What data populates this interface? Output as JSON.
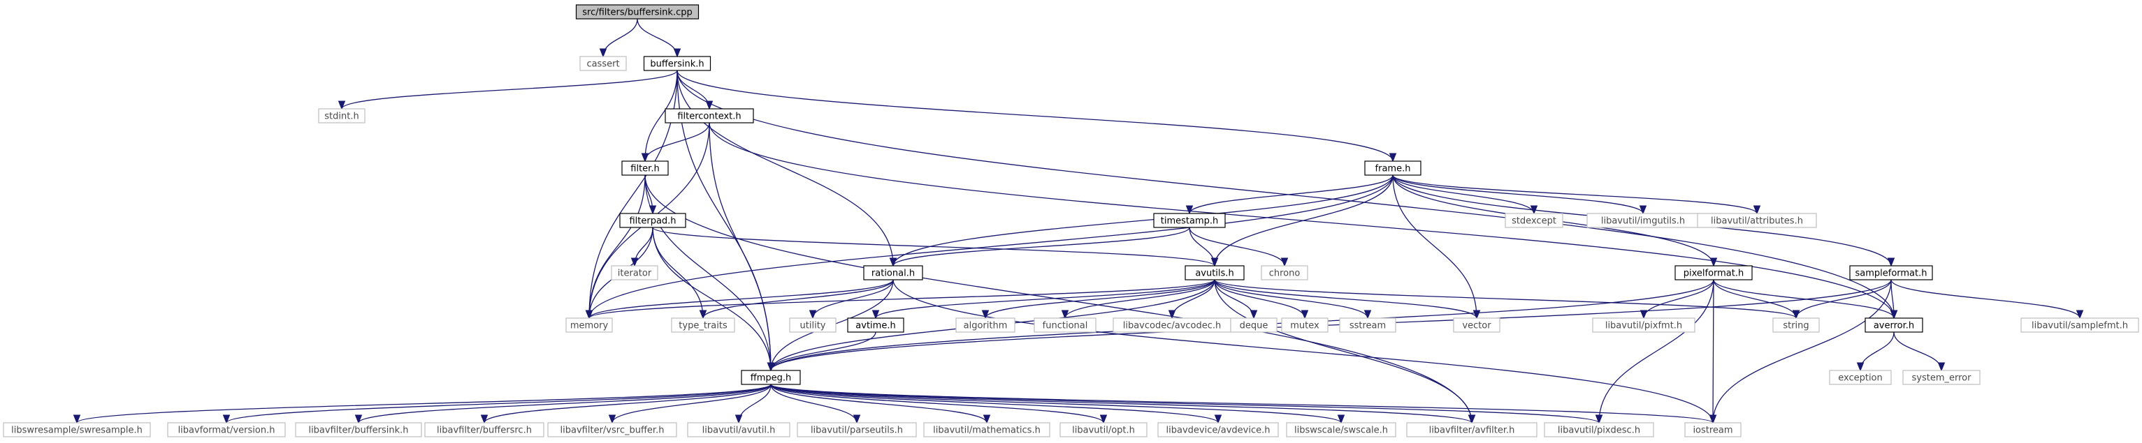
{
  "graph": {
    "nodes": [
      {
        "id": "root",
        "label": "src/filters/buffersink.cpp",
        "kind": "root"
      },
      {
        "id": "cassert",
        "label": "cassert",
        "kind": "ext"
      },
      {
        "id": "buffersink",
        "label": "buffersink.h",
        "kind": "doc"
      },
      {
        "id": "stdint",
        "label": "stdint.h",
        "kind": "ext"
      },
      {
        "id": "filtercontext",
        "label": "filtercontext.h",
        "kind": "doc"
      },
      {
        "id": "filter",
        "label": "filter.h",
        "kind": "doc"
      },
      {
        "id": "frame",
        "label": "frame.h",
        "kind": "doc"
      },
      {
        "id": "filterpad",
        "label": "filterpad.h",
        "kind": "doc"
      },
      {
        "id": "timestamp",
        "label": "timestamp.h",
        "kind": "doc"
      },
      {
        "id": "stdexcept",
        "label": "stdexcept",
        "kind": "ext"
      },
      {
        "id": "imgutils",
        "label": "libavutil/imgutils.h",
        "kind": "ext"
      },
      {
        "id": "attributes",
        "label": "libavutil/attributes.h",
        "kind": "ext"
      },
      {
        "id": "iterator",
        "label": "iterator",
        "kind": "ext"
      },
      {
        "id": "chrono",
        "label": "chrono",
        "kind": "ext"
      },
      {
        "id": "rational",
        "label": "rational.h",
        "kind": "doc"
      },
      {
        "id": "avutils",
        "label": "avutils.h",
        "kind": "doc"
      },
      {
        "id": "pixelformat",
        "label": "pixelformat.h",
        "kind": "doc"
      },
      {
        "id": "sampleformat",
        "label": "sampleformat.h",
        "kind": "doc"
      },
      {
        "id": "memory",
        "label": "memory",
        "kind": "ext"
      },
      {
        "id": "type_traits",
        "label": "type_traits",
        "kind": "ext"
      },
      {
        "id": "utility",
        "label": "utility",
        "kind": "ext"
      },
      {
        "id": "avtime",
        "label": "avtime.h",
        "kind": "doc"
      },
      {
        "id": "algorithm",
        "label": "algorithm",
        "kind": "ext"
      },
      {
        "id": "functional",
        "label": "functional",
        "kind": "ext"
      },
      {
        "id": "avcodec",
        "label": "libavcodec/avcodec.h",
        "kind": "ext"
      },
      {
        "id": "deque",
        "label": "deque",
        "kind": "ext"
      },
      {
        "id": "mutex",
        "label": "mutex",
        "kind": "ext"
      },
      {
        "id": "sstream",
        "label": "sstream",
        "kind": "ext"
      },
      {
        "id": "vector",
        "label": "vector",
        "kind": "ext"
      },
      {
        "id": "pixfmt",
        "label": "libavutil/pixfmt.h",
        "kind": "ext"
      },
      {
        "id": "string",
        "label": "string",
        "kind": "ext"
      },
      {
        "id": "averror",
        "label": "averror.h",
        "kind": "doc"
      },
      {
        "id": "samplefmt",
        "label": "libavutil/samplefmt.h",
        "kind": "ext"
      },
      {
        "id": "ffmpeg",
        "label": "ffmpeg.h",
        "kind": "doc"
      },
      {
        "id": "exception",
        "label": "exception",
        "kind": "ext"
      },
      {
        "id": "system_error",
        "label": "system_error",
        "kind": "ext"
      },
      {
        "id": "swresample",
        "label": "libswresample/swresample.h",
        "kind": "ext"
      },
      {
        "id": "avformatver",
        "label": "libavformat/version.h",
        "kind": "ext"
      },
      {
        "id": "buffersink_lib",
        "label": "libavfilter/buffersink.h",
        "kind": "ext"
      },
      {
        "id": "buffersrc_lib",
        "label": "libavfilter/buffersrc.h",
        "kind": "ext"
      },
      {
        "id": "vsrc_buffer",
        "label": "libavfilter/vsrc_buffer.h",
        "kind": "ext"
      },
      {
        "id": "avutil_h",
        "label": "libavutil/avutil.h",
        "kind": "ext"
      },
      {
        "id": "parseutils",
        "label": "libavutil/parseutils.h",
        "kind": "ext"
      },
      {
        "id": "mathematics",
        "label": "libavutil/mathematics.h",
        "kind": "ext"
      },
      {
        "id": "opt",
        "label": "libavutil/opt.h",
        "kind": "ext"
      },
      {
        "id": "avdevice",
        "label": "libavdevice/avdevice.h",
        "kind": "ext"
      },
      {
        "id": "swscale",
        "label": "libswscale/swscale.h",
        "kind": "ext"
      },
      {
        "id": "avfilter",
        "label": "libavfilter/avfilter.h",
        "kind": "ext"
      },
      {
        "id": "pixdesc",
        "label": "libavutil/pixdesc.h",
        "kind": "ext"
      },
      {
        "id": "iostream",
        "label": "iostream",
        "kind": "ext"
      }
    ],
    "edges": [
      [
        "root",
        "cassert"
      ],
      [
        "root",
        "buffersink"
      ],
      [
        "buffersink",
        "stdint"
      ],
      [
        "buffersink",
        "filtercontext"
      ],
      [
        "buffersink",
        "filter"
      ],
      [
        "buffersink",
        "frame"
      ],
      [
        "buffersink",
        "rational"
      ],
      [
        "buffersink",
        "memory"
      ],
      [
        "buffersink",
        "ffmpeg"
      ],
      [
        "buffersink",
        "averror"
      ],
      [
        "filtercontext",
        "filter"
      ],
      [
        "filtercontext",
        "memory"
      ],
      [
        "filtercontext",
        "ffmpeg"
      ],
      [
        "filtercontext",
        "averror"
      ],
      [
        "filter",
        "filterpad"
      ],
      [
        "filter",
        "memory"
      ],
      [
        "filter",
        "ffmpeg"
      ],
      [
        "filter",
        "avfilter"
      ],
      [
        "filterpad",
        "iterator"
      ],
      [
        "filterpad",
        "memory"
      ],
      [
        "filterpad",
        "type_traits"
      ],
      [
        "filterpad",
        "ffmpeg"
      ],
      [
        "filterpad",
        "avutils"
      ],
      [
        "frame",
        "timestamp"
      ],
      [
        "frame",
        "stdexcept"
      ],
      [
        "frame",
        "imgutils"
      ],
      [
        "frame",
        "attributes"
      ],
      [
        "frame",
        "rational"
      ],
      [
        "frame",
        "avutils"
      ],
      [
        "frame",
        "pixelformat"
      ],
      [
        "frame",
        "sampleformat"
      ],
      [
        "frame",
        "memory"
      ],
      [
        "frame",
        "vector"
      ],
      [
        "timestamp",
        "chrono"
      ],
      [
        "timestamp",
        "rational"
      ],
      [
        "timestamp",
        "avutils"
      ],
      [
        "rational",
        "memory"
      ],
      [
        "rational",
        "type_traits"
      ],
      [
        "rational",
        "utility"
      ],
      [
        "rational",
        "ffmpeg"
      ],
      [
        "rational",
        "iostream"
      ],
      [
        "avutils",
        "memory"
      ],
      [
        "avutils",
        "avtime"
      ],
      [
        "avutils",
        "algorithm"
      ],
      [
        "avutils",
        "functional"
      ],
      [
        "avutils",
        "avcodec"
      ],
      [
        "avutils",
        "deque"
      ],
      [
        "avutils",
        "mutex"
      ],
      [
        "avutils",
        "sstream"
      ],
      [
        "avutils",
        "vector"
      ],
      [
        "avutils",
        "string"
      ],
      [
        "avutils",
        "ffmpeg"
      ],
      [
        "avutils",
        "avfilter"
      ],
      [
        "avtime",
        "ffmpeg"
      ],
      [
        "pixelformat",
        "pixfmt"
      ],
      [
        "pixelformat",
        "string"
      ],
      [
        "pixelformat",
        "averror"
      ],
      [
        "pixelformat",
        "ffmpeg"
      ],
      [
        "pixelformat",
        "pixdesc"
      ],
      [
        "pixelformat",
        "iostream"
      ],
      [
        "sampleformat",
        "string"
      ],
      [
        "sampleformat",
        "averror"
      ],
      [
        "sampleformat",
        "samplefmt"
      ],
      [
        "sampleformat",
        "ffmpeg"
      ],
      [
        "sampleformat",
        "iostream"
      ],
      [
        "averror",
        "exception"
      ],
      [
        "averror",
        "system_error"
      ],
      [
        "ffmpeg",
        "swresample"
      ],
      [
        "ffmpeg",
        "avformatver"
      ],
      [
        "ffmpeg",
        "buffersink_lib"
      ],
      [
        "ffmpeg",
        "buffersrc_lib"
      ],
      [
        "ffmpeg",
        "vsrc_buffer"
      ],
      [
        "ffmpeg",
        "avutil_h"
      ],
      [
        "ffmpeg",
        "parseutils"
      ],
      [
        "ffmpeg",
        "mathematics"
      ],
      [
        "ffmpeg",
        "opt"
      ],
      [
        "ffmpeg",
        "avdevice"
      ],
      [
        "ffmpeg",
        "swscale"
      ],
      [
        "ffmpeg",
        "avfilter"
      ],
      [
        "ffmpeg",
        "pixdesc"
      ],
      [
        "ffmpeg",
        "iostream"
      ]
    ]
  },
  "colors": {
    "edge": "#191970",
    "root_fill": "#bfbfbf",
    "ext_border": "#bfbfbf",
    "doc_border": "#000000"
  }
}
